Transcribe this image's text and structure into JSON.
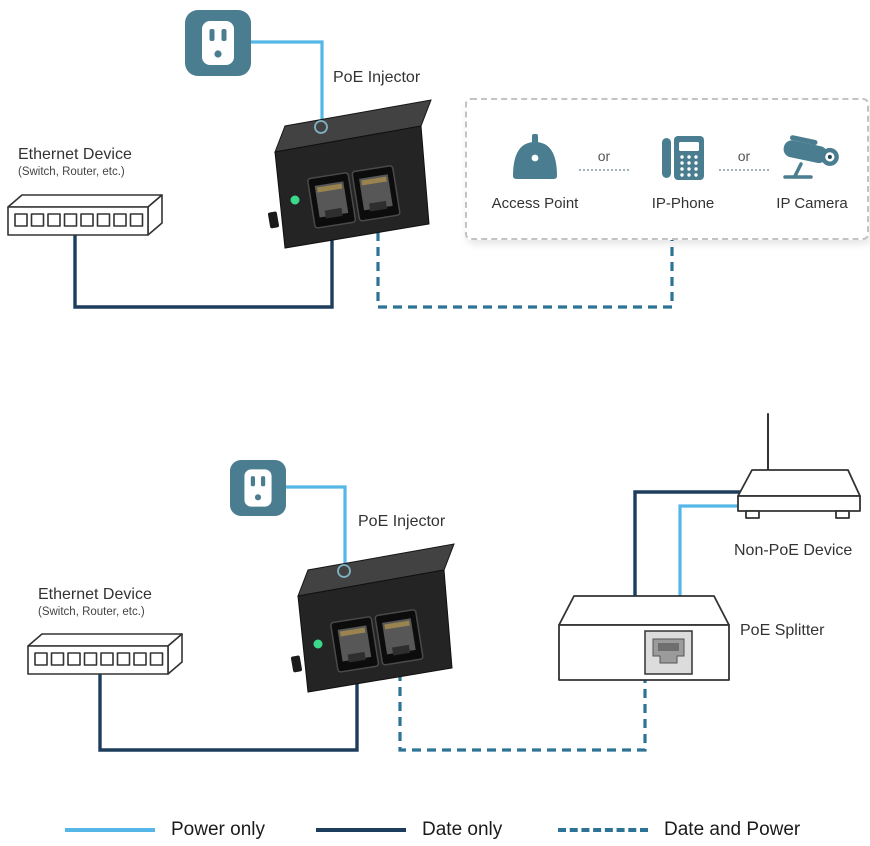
{
  "colors": {
    "power": "#54b7e8",
    "data": "#1d3d5c",
    "dp": "#2d7396",
    "teal": "#4a7d90",
    "background": "#ffffff",
    "text": "#333333"
  },
  "icons": [
    "power-outlet-icon",
    "poe-injector-icon",
    "ethernet-switch-icon",
    "access-point-icon",
    "ip-phone-icon",
    "ip-camera-icon",
    "wireless-router-icon",
    "poe-splitter-icon"
  ],
  "diagram_top": {
    "poe_injector_label": "PoE Injector",
    "ethernet_device_title": "Ethernet Device",
    "ethernet_device_subtitle": "(Switch, Router, etc.)",
    "or_separator": "or",
    "powered_devices": [
      {
        "label": "Access Point"
      },
      {
        "label": "IP-Phone"
      },
      {
        "label": "IP Camera"
      }
    ]
  },
  "diagram_bottom": {
    "poe_injector_label": "PoE Injector",
    "ethernet_device_title": "Ethernet Device",
    "ethernet_device_subtitle": "(Switch, Router, etc.)",
    "non_poe_device_label": "Non-PoE Device",
    "poe_splitter_label": "PoE Splitter"
  },
  "legend": {
    "items": [
      {
        "key": "power",
        "label": "Power only"
      },
      {
        "key": "data",
        "label": "Date only"
      },
      {
        "key": "data_power",
        "label": "Date and Power"
      }
    ]
  }
}
